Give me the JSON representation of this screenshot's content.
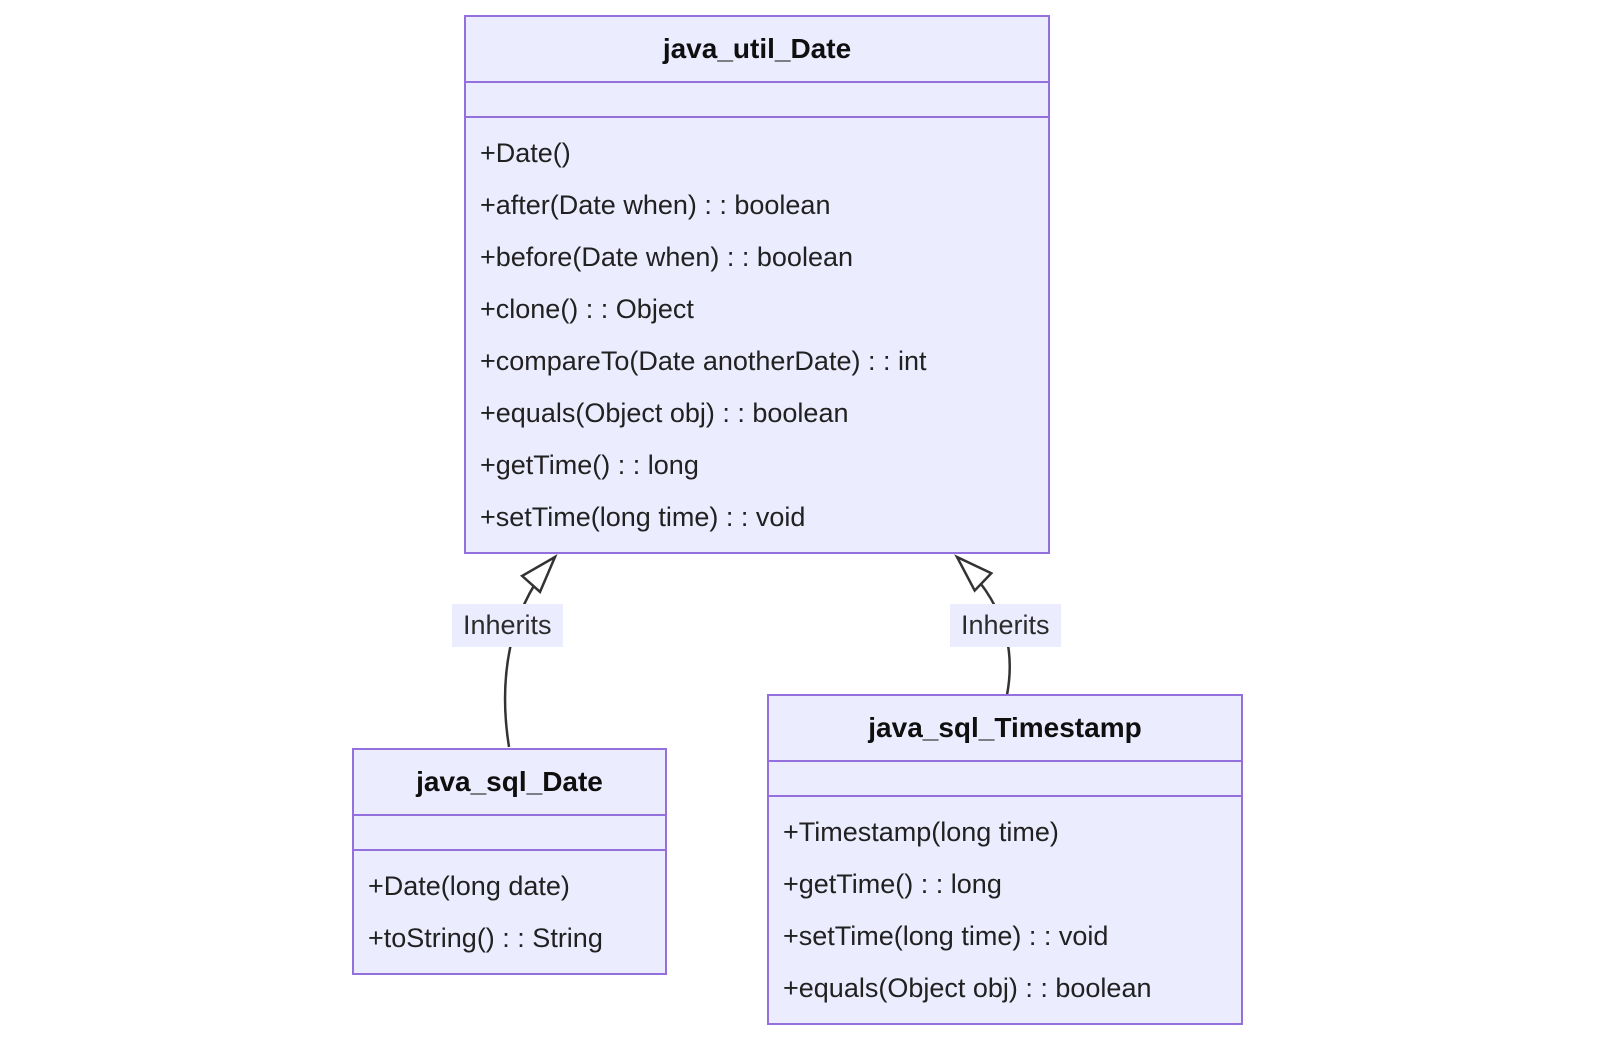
{
  "diagram": {
    "type": "uml-class-diagram",
    "colors": {
      "node_fill": "#ECECFF",
      "node_border": "#9370DB",
      "edge_line": "#333333",
      "arrowhead_fill": "#ffffff",
      "title_text": "#0f0f0f",
      "method_text": "#212121",
      "background": "#ffffff"
    },
    "classes": [
      {
        "name": "java_util_Date",
        "attributes": [],
        "methods": [
          "+Date()",
          "+after(Date when) : : boolean",
          "+before(Date when) : : boolean",
          "+clone() : : Object",
          "+compareTo(Date anotherDate) : : int",
          "+equals(Object obj) : : boolean",
          "+getTime() : : long",
          "+setTime(long time) : : void"
        ]
      },
      {
        "name": "java_sql_Date",
        "attributes": [],
        "methods": [
          "+Date(long date)",
          "+toString() : : String"
        ]
      },
      {
        "name": "java_sql_Timestamp",
        "attributes": [],
        "methods": [
          "+Timestamp(long time)",
          "+getTime() : : long",
          "+setTime(long time) : : void",
          "+equals(Object obj) : : boolean"
        ]
      }
    ],
    "edges": [
      {
        "from": "java_sql_Date",
        "to": "java_util_Date",
        "label": "Inherits",
        "type": "inheritance"
      },
      {
        "from": "java_sql_Timestamp",
        "to": "java_util_Date",
        "label": "Inherits",
        "type": "inheritance"
      }
    ]
  }
}
